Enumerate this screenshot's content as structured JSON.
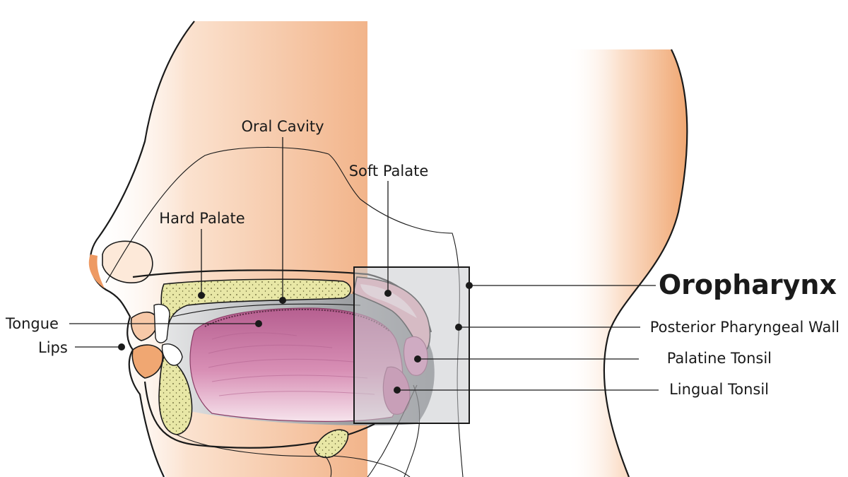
{
  "labels": {
    "oral_cavity": "Oral Cavity",
    "soft_palate": "Soft Palate",
    "hard_palate": "Hard Palate",
    "oropharynx": "Oropharynx",
    "posterior_pharyngeal_wall": "Posterior Pharyngeal Wall",
    "palatine_tonsil": "Palatine Tonsil",
    "lingual_tonsil": "Lingual Tonsil",
    "tongue": "Tongue",
    "lips": "Lips"
  },
  "colors": {
    "skin": "#f7c9a8",
    "skin_shadow": "#ee9a63",
    "bone": "#e8e7a6",
    "tongue": "#c77aa3",
    "tongue_dark": "#a8507e",
    "soft_palate": "#e7a8b9",
    "cavity_gray": "#9d9fa2",
    "highlight_box": "#c9cbcd"
  }
}
